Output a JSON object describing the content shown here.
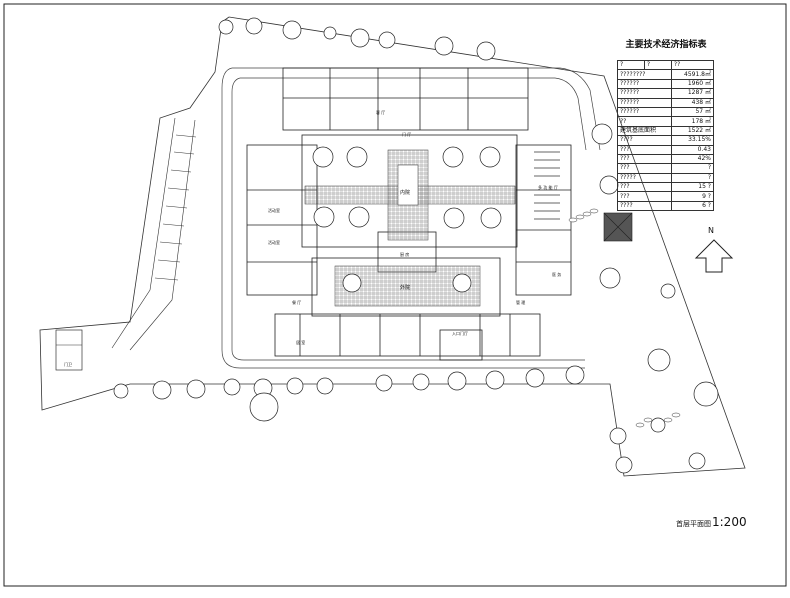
{
  "table": {
    "title": "主要技术经济指标表",
    "header": [
      "?",
      "?",
      "??"
    ],
    "rows": [
      {
        "label": "????????",
        "value": "4591.8㎡"
      },
      {
        "label": "??????",
        "value": "1960 ㎡"
      },
      {
        "label": "??????",
        "value": "1287 ㎡"
      },
      {
        "label": "??????",
        "value": "438 ㎡"
      },
      {
        "label": "??????",
        "value": "57 ㎡"
      },
      {
        "label": "??",
        "value": "178 ㎡"
      },
      {
        "label": "建筑基底面积",
        "value": "1522 ㎡"
      },
      {
        "label": "????",
        "value": "33.15%"
      },
      {
        "label": "???",
        "value": "0.43"
      },
      {
        "label": "???",
        "value": "42%"
      },
      {
        "label": "???",
        "value": "?"
      },
      {
        "label": "?????",
        "value": "?"
      },
      {
        "label": "???",
        "value": "15 ?"
      },
      {
        "label": "???",
        "value": "9 ?"
      },
      {
        "label": "????",
        "value": "6 ?"
      }
    ]
  },
  "rooms": {
    "inner_court": "内院",
    "outer_court": "外院",
    "entrance": "入口门厅",
    "corridor": "门 厅",
    "activity1": "活动室",
    "activity2": "活动室",
    "dining": "餐 厅",
    "hall": "多 功 能 厅",
    "clinic": "医 务",
    "dorm": "居 室",
    "office": "管 理",
    "gate": "门卫",
    "lounge": "客 厅",
    "kitchen": "厨 房"
  },
  "north_label": "N",
  "caption": "首层平面图",
  "scale": "1:200"
}
